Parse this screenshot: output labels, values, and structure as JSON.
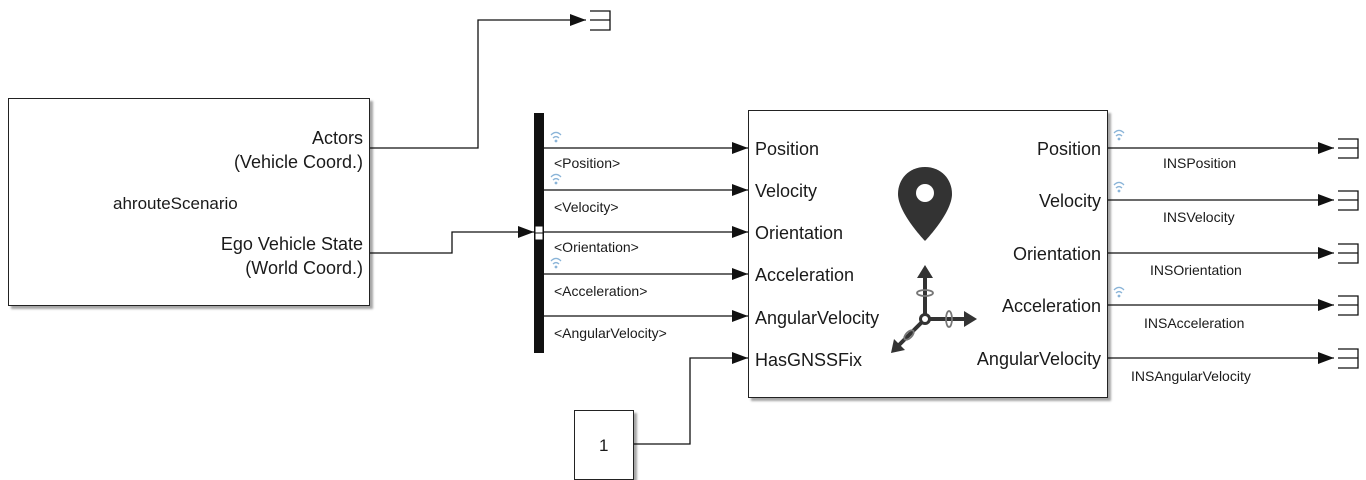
{
  "scenario_block": {
    "name": "ahrouteScenario",
    "port_actors_line1": "Actors",
    "port_actors_line2": "(Vehicle Coord.)",
    "port_ego_line1": "Ego Vehicle State",
    "port_ego_line2": "(World Coord.)"
  },
  "bus_selector": {
    "signals": [
      "<Position>",
      "<Velocity>",
      "<Orientation>",
      "<Acceleration>",
      "<AngularVelocity>"
    ]
  },
  "ins_block": {
    "inputs": [
      "Position",
      "Velocity",
      "Orientation",
      "Acceleration",
      "AngularVelocity",
      "HasGNSSFix"
    ],
    "outputs": [
      "Position",
      "Velocity",
      "Orientation",
      "Acceleration",
      "AngularVelocity"
    ],
    "icons": [
      "location-pin-icon",
      "axes-rotation-icon"
    ]
  },
  "output_signals": [
    "INSPosition",
    "INSVelocity",
    "INSOrientation",
    "INSAcceleration",
    "INSAngularVelocity"
  ],
  "constant_block": {
    "value": "1"
  },
  "colors": {
    "line": "#111111",
    "signal_log_icon": "#8ab4d8",
    "block_border": "#222222"
  }
}
